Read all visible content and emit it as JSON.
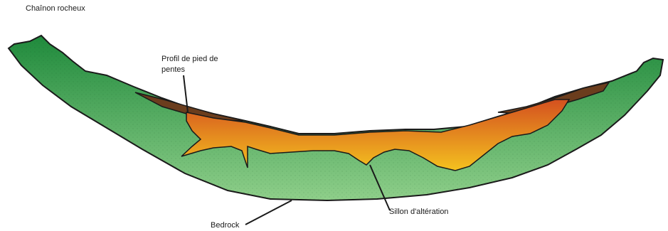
{
  "diagram": {
    "title": "Chaînon rocheux",
    "labels": {
      "profil": "Profil de pied de pentes",
      "bedrock": "Bedrock",
      "sillon": "Sillon d'altération"
    },
    "colors": {
      "bedrock_light": "#8fcf8a",
      "bedrock_dark": "#1f8a3c",
      "alteration_top": "#d4501f",
      "alteration_bottom": "#f4c21f",
      "slope_cover": "#6b3d1d",
      "outline": "#1a1a1a",
      "label": "#1a1a1a"
    }
  }
}
